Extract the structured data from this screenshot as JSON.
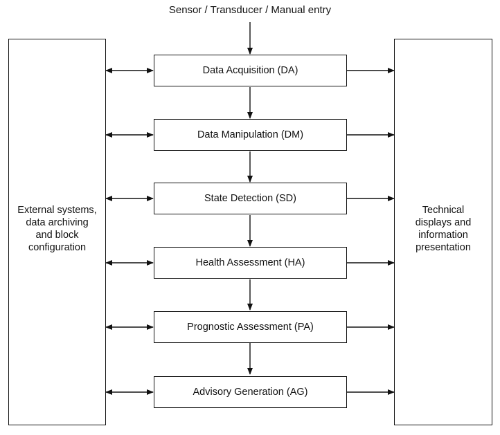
{
  "diagram": {
    "input_label": "Sensor / Transducer / Manual entry",
    "left_box": "External systems,\ndata archiving\nand block\nconfiguration",
    "right_box": "Technical\ndisplays and\ninformation\npresentation",
    "stages": [
      "Data Acquisition (DA)",
      "Data Manipulation (DM)",
      "State Detection (SD)",
      "Health Assessment (HA)",
      "Prognostic Assessment (PA)",
      "Advisory Generation (AG)"
    ]
  }
}
